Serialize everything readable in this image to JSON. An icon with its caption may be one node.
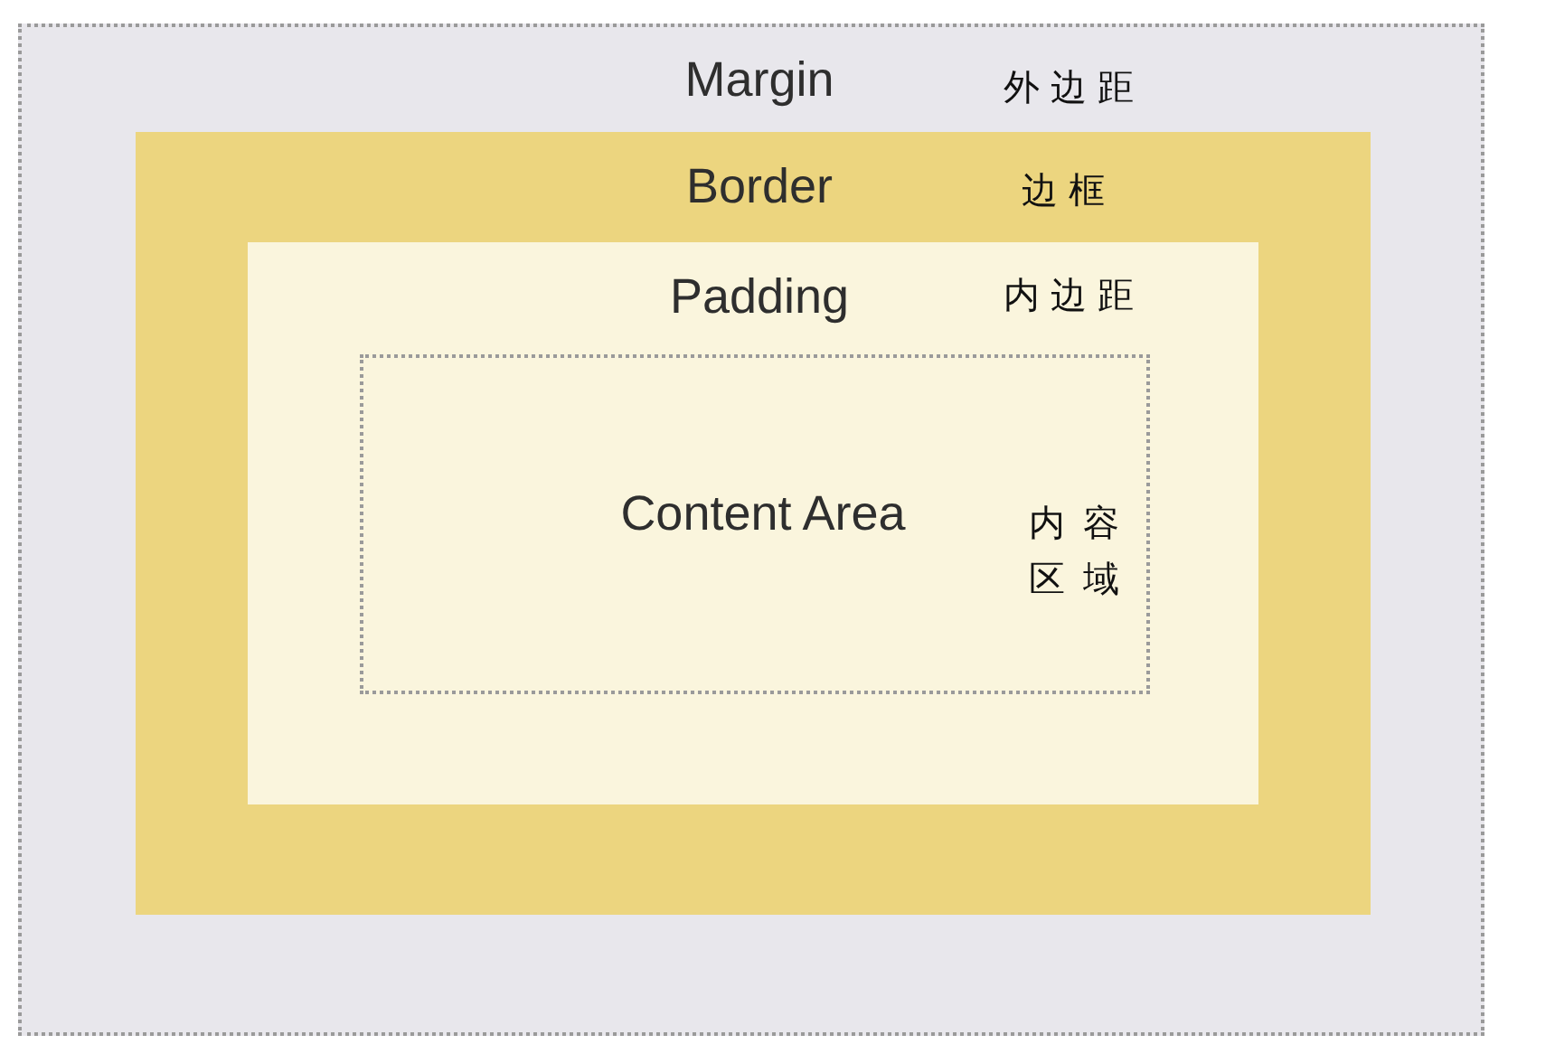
{
  "diagram": {
    "nodes": [
      {
        "text": [
          "Margin",
          "外边距"
        ]
      },
      {
        "text": [
          "Border",
          "边框"
        ],
        "in": 0
      },
      {
        "text": [
          "Padding",
          "内边距"
        ],
        "in": 1
      },
      {
        "text": [
          "Content Area",
          "内容区域"
        ],
        "in": 2
      }
    ]
  }
}
